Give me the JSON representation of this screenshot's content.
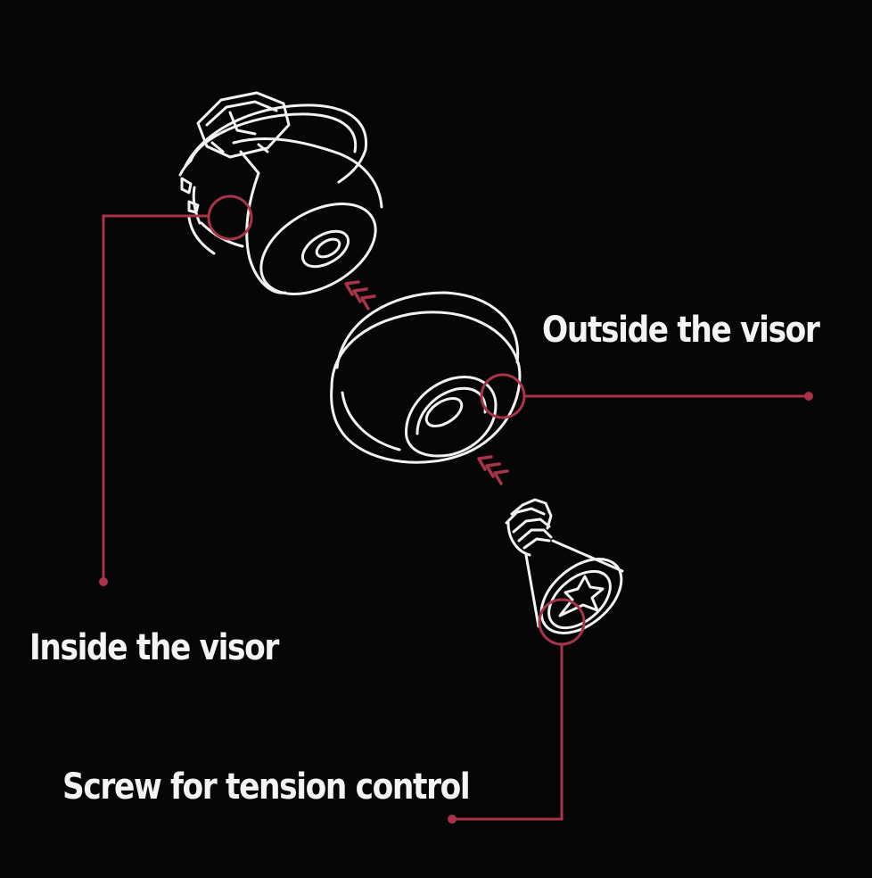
{
  "labels": {
    "outside": "Outside the visor",
    "inside": "Inside the visor",
    "screw": "Screw for tension control"
  },
  "colors": {
    "background": "#060606",
    "line_art": "#f2f2f2",
    "callout": "#a8334a",
    "text": "#f4f4f4"
  },
  "icons": {
    "arrow": "triple-chevron-up-left"
  }
}
